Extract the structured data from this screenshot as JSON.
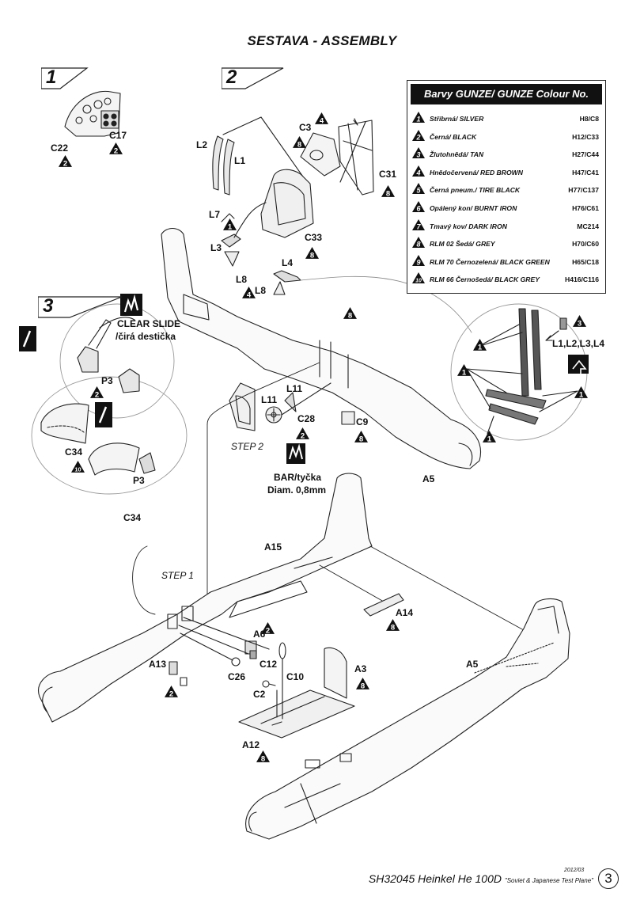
{
  "title": "SESTAVA -  ASSEMBLY",
  "steps": [
    {
      "number": "1"
    },
    {
      "number": "2"
    },
    {
      "number": "3"
    }
  ],
  "legend": {
    "heading": "Barvy GUNZE/ GUNZE Colour No.",
    "rows": [
      {
        "num": "1",
        "name": "Stříbrná/ SILVER",
        "code": "H8/C8"
      },
      {
        "num": "2",
        "name": "Černá/ BLACK",
        "code": "H12/C33"
      },
      {
        "num": "3",
        "name": "Žlutohnědá/ TAN",
        "code": "H27/C44"
      },
      {
        "num": "4",
        "name": "Hnědočervená/ RED BROWN",
        "code": "H47/C41"
      },
      {
        "num": "5",
        "name": "Černá pneum./ TIRE BLACK",
        "code": "H77/C137"
      },
      {
        "num": "6",
        "name": "Opálený kon/ BURNT IRON",
        "code": "H76/C61"
      },
      {
        "num": "7",
        "name": "Tmavý kov/ DARK IRON",
        "code": "MC214"
      },
      {
        "num": "8",
        "name": "RLM 02 Šedá/ GREY",
        "code": "H70/C60"
      },
      {
        "num": "9",
        "name": "RLM 70 Černozelená/ BLACK GREEN",
        "code": "H65/C18"
      },
      {
        "num": "10",
        "name": "RLM 66 Černošedá/ BLACK GREY",
        "code": "H416/C116"
      }
    ]
  },
  "parts": {
    "c22": "C22",
    "c17": "C17",
    "l2": "L2",
    "l1": "L1",
    "c3": "C3",
    "c31": "C31",
    "l7": "L7",
    "l3": "L3",
    "l8a": "L8",
    "l8b": "L8",
    "l4": "L4",
    "c33": "C33",
    "l11a": "L11",
    "l11b": "L11",
    "c28": "C28",
    "c9": "C9",
    "p3a": "P3",
    "p3b": "P3",
    "c34a": "C34",
    "c34b": "C34",
    "a5a": "A5",
    "a5b": "A5",
    "a15": "A15",
    "a14": "A14",
    "a6": "A6",
    "c12": "C12",
    "c10": "C10",
    "c2": "C2",
    "a13": "A13",
    "c26": "C26",
    "a3": "A3",
    "a12": "A12",
    "belts": "L1,L2,L3,L4"
  },
  "notes": {
    "clear_slide": "CLEAR SLIDE",
    "clear_slide_cz": "/čirá destička",
    "step2": "STEP 2",
    "step1": "STEP 1",
    "bar": "BAR/tyčka",
    "bar_diam": "Diam. 0,8mm"
  },
  "footer": {
    "product": "SH32045 Heinkel He 100D",
    "subtitle": "\"Soviet & Japanese Test Plane\"",
    "date": "2012/03",
    "page": "3"
  }
}
